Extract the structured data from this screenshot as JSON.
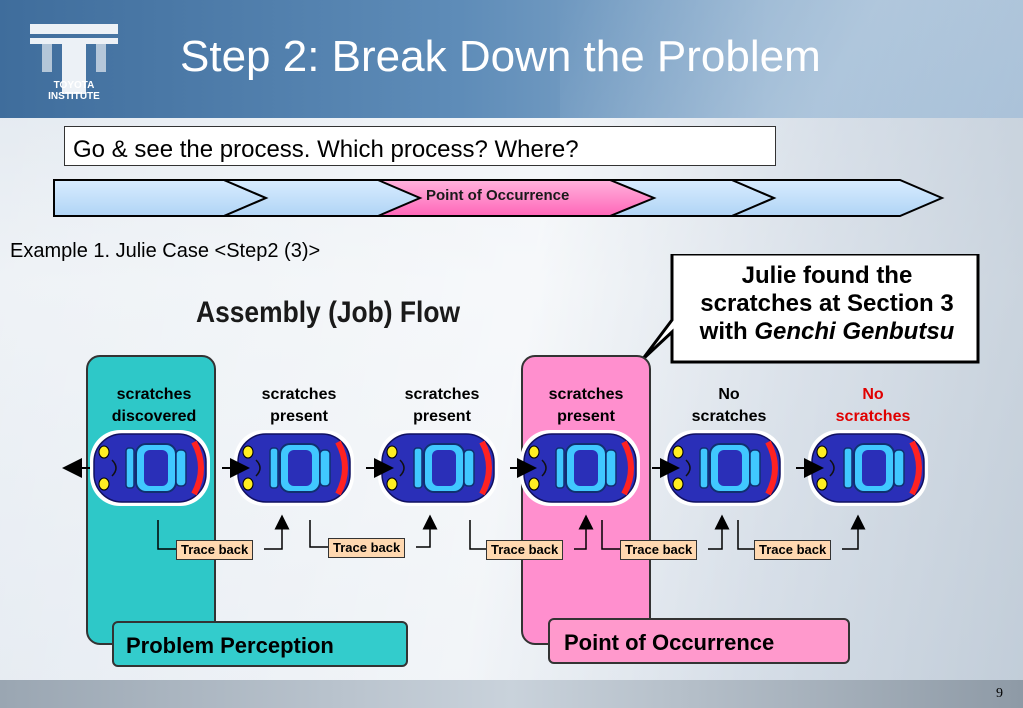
{
  "header": {
    "logo_text_1": "TOYOTA",
    "logo_text_2": "INSTITUTE",
    "title": "Step 2: Break Down the Problem"
  },
  "subtitle": "Go & see the process. Which process? Where?",
  "process_arrow": {
    "highlight_label": "Point of Occurrence",
    "segment_count": 5
  },
  "example": "Example 1. Julie Case <Step2 (3)>",
  "callout": {
    "line1": "Julie found the",
    "line2": "scratches at Section 3",
    "line3_prefix": "with ",
    "line3_italic": "Genchi Genbutsu"
  },
  "assembly_title": "Assembly (Job) Flow",
  "cars": [
    {
      "line1": "scratches",
      "line2": "discovered",
      "color": "#000000"
    },
    {
      "line1": "scratches",
      "line2": "present",
      "color": "#000000"
    },
    {
      "line1": "scratches",
      "line2": "present",
      "color": "#000000"
    },
    {
      "line1": "scratches",
      "line2": "present",
      "color": "#000000"
    },
    {
      "line1": "No",
      "line2": "scratches",
      "color": "#000000"
    },
    {
      "line1": "No",
      "line2": "scratches",
      "color": "#e00000"
    }
  ],
  "trace_labels": [
    "Trace back",
    "Trace back",
    "Trace back",
    "Trace back",
    "Trace back"
  ],
  "problem_perception": "Problem Perception",
  "point_of_occurrence": "Point of Occurrence",
  "page_number": "9",
  "colors": {
    "teal": "#2ec8c8",
    "pink": "#ff8fce",
    "car_body": "#2a2fb8",
    "trace_bg": "#ffd8b0",
    "red": "#e00000"
  }
}
